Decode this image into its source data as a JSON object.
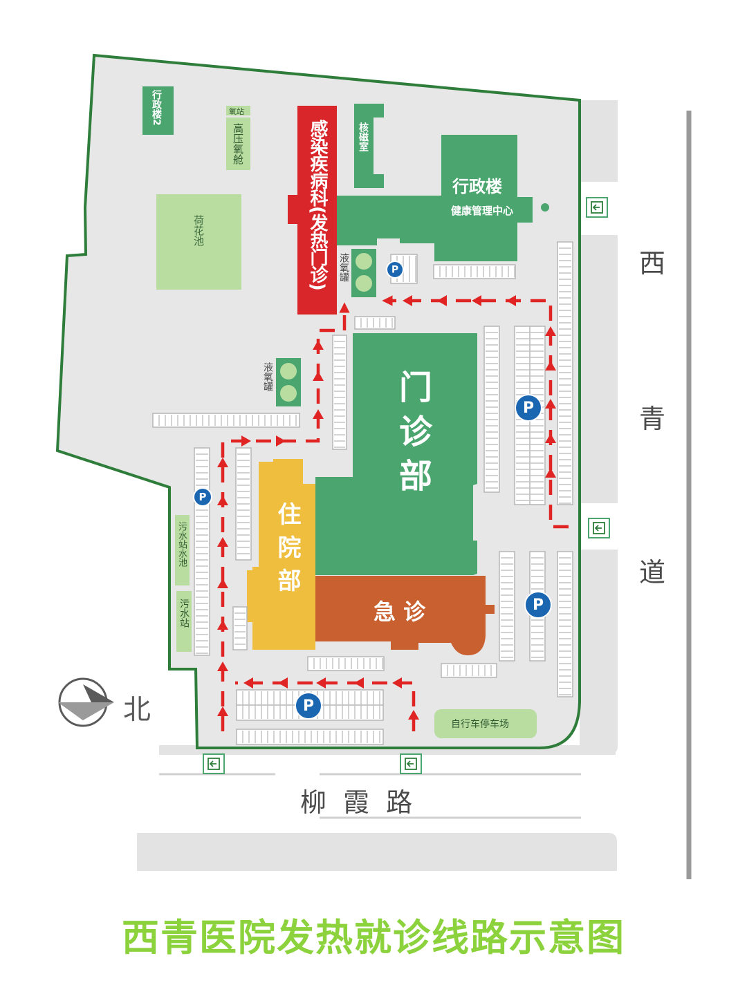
{
  "title": "西青医院发热就诊线路示意图",
  "colors": {
    "boundary": "#2e7d3a",
    "ground": "#e7e7e7",
    "building_green": "#4ba56f",
    "light_green": "#b9dca0",
    "fever": "#d9262b",
    "inpatient": "#efbe3f",
    "emergency": "#c9602f",
    "route": "#e02424",
    "parking": "#1b66b1",
    "caption": "#8bd23c"
  },
  "roads": {
    "south": "柳 霞 路",
    "east_chars": [
      "西",
      "青",
      "道"
    ]
  },
  "compass": {
    "label": "北"
  },
  "buildings": {
    "admin2": "行政楼2",
    "oxygen_station": "氧站",
    "hyperbaric": "高压氧舱",
    "lotus_pond": "荷花池",
    "fever_clinic": "感染疾病科(发热门诊)",
    "mri": "核磁室",
    "admin": "行政楼",
    "health_center": "健康管理中心",
    "lox1": "液氧罐",
    "lox2": "液氧罐",
    "outpatient": "门诊部",
    "inpatient": "住院部",
    "emergency": "急 诊",
    "sewage_pool": "污水站水池",
    "sewage": "污水站",
    "bike_parking": "自行车停车场"
  },
  "parking_label": "P"
}
